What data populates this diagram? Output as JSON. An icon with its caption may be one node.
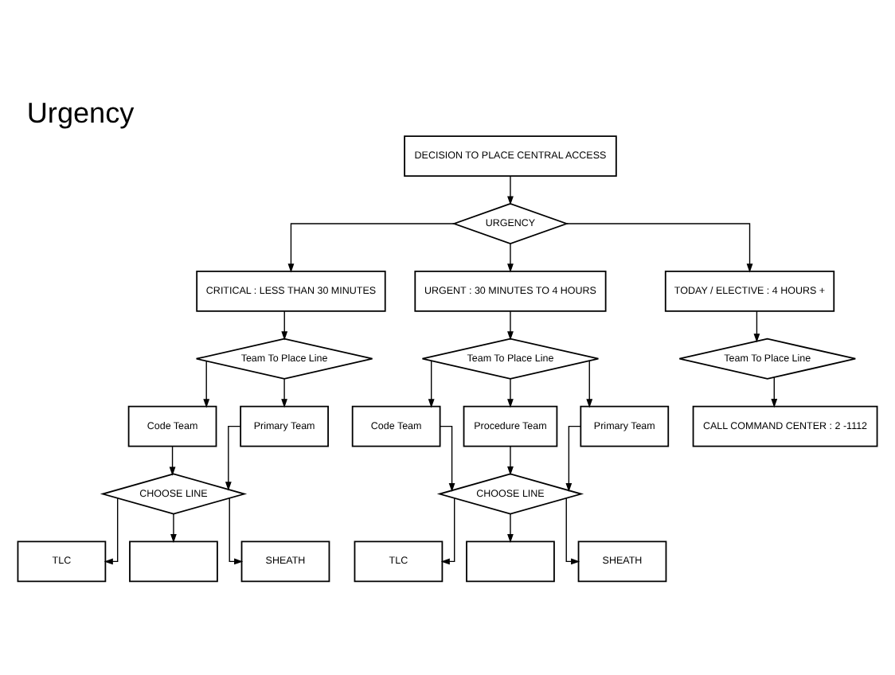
{
  "diagram": {
    "title": "Urgency",
    "nodes": [
      {
        "text": [
          "DECISION TO PLACE CENTRAL ACCESS"
        ]
      },
      {
        "text": [
          "URGENCY"
        ]
      },
      {
        "text": [
          "CRITICAL : LESS THAN 30 MINUTES"
        ]
      },
      {
        "text": [
          "URGENT : 30 MINUTES TO 4 HOURS"
        ]
      },
      {
        "text": [
          "TODAY / ELECTIVE : 4 HOURS +"
        ]
      },
      {
        "text": [
          "Team To Place Line"
        ]
      },
      {
        "text": [
          "Code Team"
        ]
      },
      {
        "text": [
          "Primary Team"
        ]
      },
      {
        "text": [
          "CHOOSE LINE"
        ]
      },
      {
        "text": [
          "TLC"
        ]
      },
      {
        "text": [],
        "shape": "box"
      },
      {
        "text": [
          "SHEATH"
        ]
      },
      {
        "text": [
          "Team To Place Line"
        ]
      },
      {
        "text": [
          "Code Team"
        ]
      },
      {
        "text": [
          "Procedure Team"
        ]
      },
      {
        "text": [
          "Primary Team"
        ]
      },
      {
        "text": [
          "CHOOSE LINE"
        ]
      },
      {
        "text": [
          "TLC"
        ]
      },
      {
        "text": [],
        "shape": "box"
      },
      {
        "text": [
          "SHEATH"
        ]
      },
      {
        "text": [
          "Team To Place Line"
        ]
      },
      {
        "text": [
          "CALL COMMAND CENTER : 2 -1112"
        ]
      }
    ],
    "edges": [
      {
        "from": 0,
        "to": 1,
        "arrow": "to"
      },
      {
        "from": 1,
        "to": 2,
        "arrow": "to"
      },
      {
        "from": 1,
        "to": 3,
        "arrow": "to"
      },
      {
        "from": 1,
        "to": 4,
        "arrow": "to"
      },
      {
        "from": 2,
        "to": 5,
        "arrow": "to"
      },
      {
        "from": 3,
        "to": 12,
        "arrow": "to"
      },
      {
        "from": 4,
        "to": 20,
        "arrow": "to"
      },
      {
        "from": 5,
        "to": 6,
        "arrow": "to"
      },
      {
        "from": 5,
        "to": 7,
        "arrow": "to"
      },
      {
        "from": 6,
        "to": 8,
        "arrow": "to"
      },
      {
        "from": 7,
        "to": 8,
        "arrow": "to"
      },
      {
        "from": 8,
        "to": 9,
        "arrow": "to"
      },
      {
        "from": 8,
        "to": 10,
        "arrow": "to"
      },
      {
        "from": 8,
        "to": 11,
        "arrow": "to"
      },
      {
        "from": 12,
        "to": 13,
        "arrow": "to"
      },
      {
        "from": 12,
        "to": 14,
        "arrow": "to"
      },
      {
        "from": 12,
        "to": 15,
        "arrow": "to"
      },
      {
        "from": 13,
        "to": 16,
        "arrow": "to"
      },
      {
        "from": 14,
        "to": 16,
        "arrow": "to"
      },
      {
        "from": 15,
        "to": 16,
        "arrow": "to"
      },
      {
        "from": 16,
        "to": 17,
        "arrow": "to"
      },
      {
        "from": 16,
        "to": 18,
        "arrow": "to"
      },
      {
        "from": 16,
        "to": 19,
        "arrow": "to"
      },
      {
        "from": 20,
        "to": 21,
        "arrow": "to"
      }
    ]
  }
}
